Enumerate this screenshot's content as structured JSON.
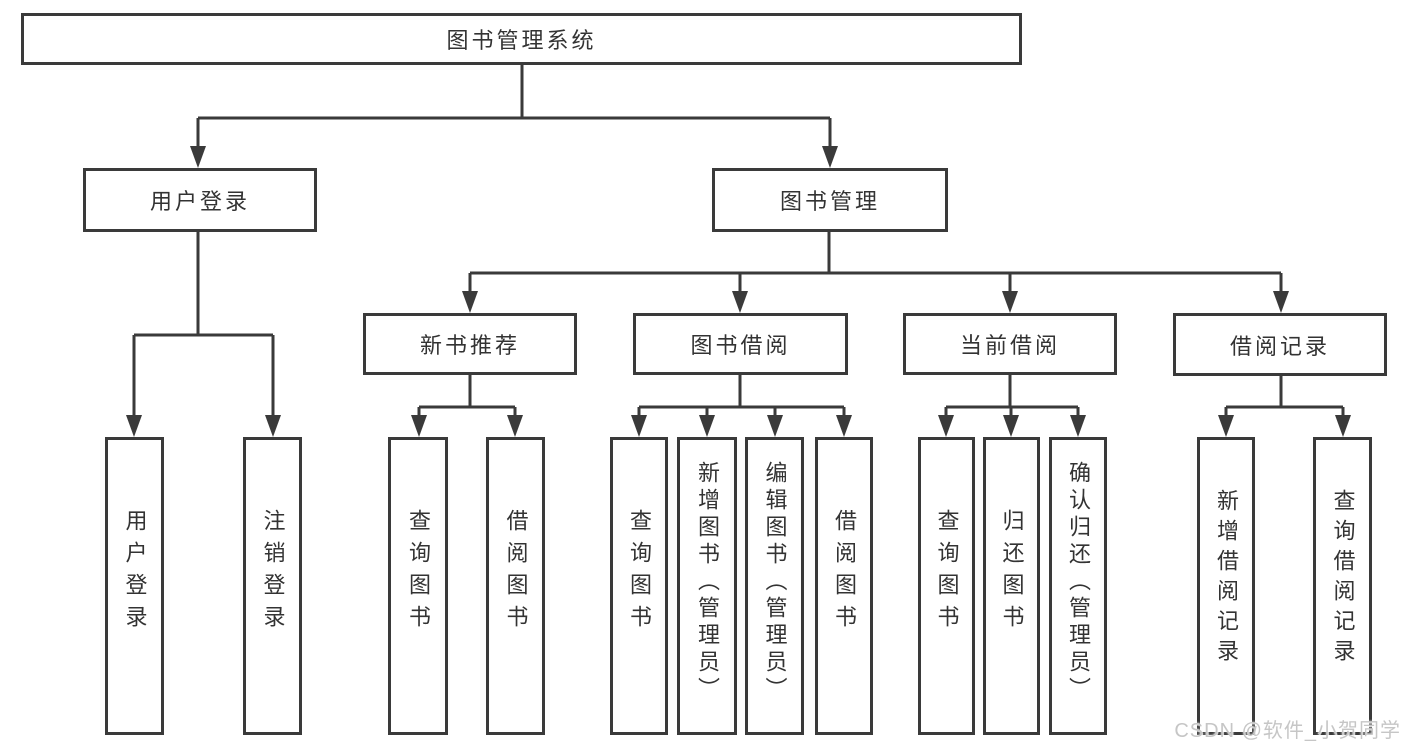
{
  "diagram": {
    "root": {
      "label": "图书管理系统"
    },
    "level2": [
      {
        "label": "用户登录"
      },
      {
        "label": "图书管理"
      }
    ],
    "level3": [
      {
        "label": "新书推荐"
      },
      {
        "label": "图书借阅"
      },
      {
        "label": "当前借阅"
      },
      {
        "label": "借阅记录"
      }
    ],
    "leaves": {
      "user_login": [
        "用户登录",
        "注销登录"
      ],
      "new_books": [
        "查询图书",
        "借阅图书"
      ],
      "book_borrow": [
        "查询图书",
        "新增图书（管理员）",
        "编辑图书（管理员）",
        "借阅图书"
      ],
      "current_borrow": [
        "查询图书",
        "归还图书",
        "确认归还（管理员）"
      ],
      "borrow_records": [
        "新增借阅记录",
        "查询借阅记录"
      ]
    }
  },
  "watermark": {
    "text": "CSDN @软件_小贺同学"
  },
  "colors": {
    "line": "#3a3a3a",
    "text": "#333333",
    "watermark": "#c6c6c6",
    "background": "#ffffff"
  }
}
